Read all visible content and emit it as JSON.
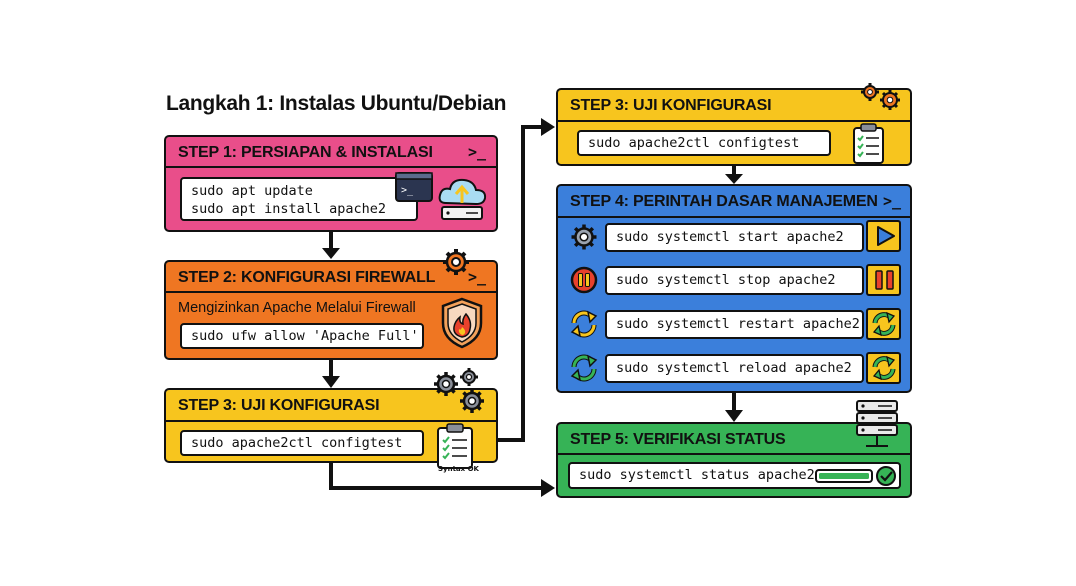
{
  "title": "Langkah 1: Instalas Ubuntu/Debian",
  "prompt_symbol": ">_",
  "colors": {
    "step1": "#e94e8a",
    "step2": "#ef7622",
    "step3": "#f7c51e",
    "step4": "#3b7fdb",
    "step5": "#36b356",
    "line": "#111111"
  },
  "step1": {
    "header": "STEP 1: PERSIAPAN & INSTALASI",
    "commands": [
      "sudo apt update",
      "sudo apt install apache2"
    ],
    "icons": [
      "terminal-window-icon",
      "cloud-upload-server-icon"
    ]
  },
  "step2": {
    "header": "STEP 2: KONFIGURASI FIREWALL",
    "subtitle": "Mengizinkan Apache Melalui Firewall",
    "command": "sudo ufw allow 'Apache Full'",
    "icons": [
      "gear-icon",
      "shield-fire-icon"
    ]
  },
  "step3_left": {
    "header": "STEP 3: UJI KONFIGURASI",
    "command": "sudo apache2ctl configtest",
    "badge": "Syntax OK",
    "icons": [
      "gears-icon",
      "clipboard-check-icon"
    ]
  },
  "step3_right": {
    "header": "STEP 3: UJI KONFIGURASI",
    "command": "sudo apache2ctl configtest",
    "icons": [
      "gears-icon",
      "clipboard-check-icon"
    ]
  },
  "step4": {
    "header": "STEP 4: PERINTAH DASAR MANAJEMEN",
    "rows": [
      {
        "command": "sudo systemctl start apache2",
        "left_icon": "gear-icon",
        "right_icon": "play-icon"
      },
      {
        "command": "sudo systemctl stop apache2",
        "left_icon": "pause-circle-icon",
        "right_icon": "pause-icon"
      },
      {
        "command": "sudo systemctl restart apache2",
        "left_icon": "restart-icon",
        "right_icon": "refresh-icon"
      },
      {
        "command": "sudo systemctl reload apache2",
        "left_icon": "reload-icon",
        "right_icon": "refresh-icon"
      }
    ]
  },
  "step5": {
    "header": "STEP 5: VERIFIKASI STATUS",
    "command": "sudo systemctl status apache2",
    "icons": [
      "server-rack-icon",
      "status-bar-check-icon"
    ]
  }
}
